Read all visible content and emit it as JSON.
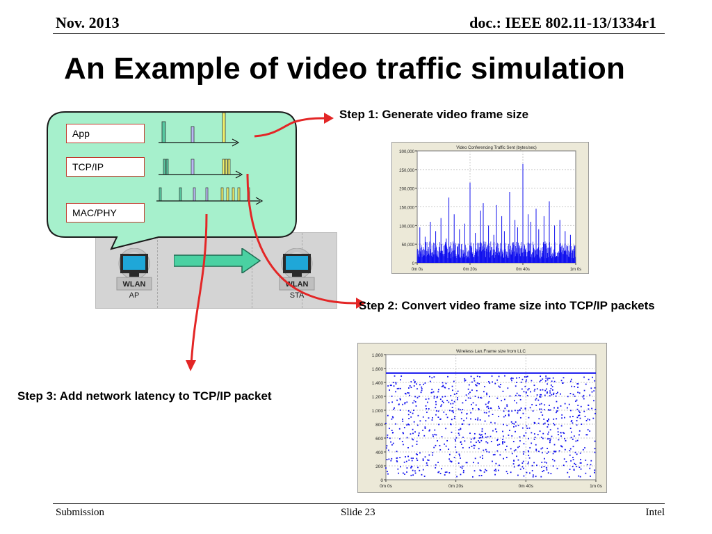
{
  "header": {
    "date": "Nov. 2013",
    "doc": "doc.: IEEE 802.11-13/1334r1"
  },
  "title": "An Example of video traffic simulation",
  "footer": {
    "left": "Submission",
    "center": "Slide 23",
    "right": "Intel"
  },
  "diagram": {
    "layers": [
      "App",
      "TCP/IP",
      "MAC/PHY"
    ],
    "nodes": [
      {
        "badge": "WLAN",
        "label": "AP"
      },
      {
        "badge": "WLAN",
        "label": "STA"
      }
    ]
  },
  "steps": {
    "step1": "Step 1: Generate video frame size",
    "step2": "Step 2: Convert video frame size into TCP/IP packets",
    "step3": "Step 3: Add network latency to TCP/IP packet"
  },
  "colors": {
    "arrow": "#e32626",
    "callout_fill": "#a6f0cc",
    "series": "#1010ee",
    "plot_bg": "#ffffff",
    "frame_bg": "#ece9d8"
  },
  "chart_data": [
    {
      "type": "bar",
      "title": "Video Conferencing Traffic Sent (bytes/sec)",
      "xlabel": "",
      "ylabel": "",
      "x_ticks": [
        "0m 0s",
        "0m 20s",
        "0m 40s",
        "1m 0s"
      ],
      "x_range": [
        0,
        60
      ],
      "y_ticks": [
        "0",
        "50,000",
        "100,000",
        "150,000",
        "200,000",
        "250,000",
        "300,000"
      ],
      "ylim": [
        0,
        300000
      ],
      "grid": true,
      "series": [
        {
          "x": [
            1,
            3,
            5,
            7,
            9,
            11,
            12,
            14,
            16,
            18,
            20,
            22,
            24,
            25,
            27,
            29,
            30,
            32,
            33,
            35,
            37,
            38,
            40,
            42,
            43,
            45,
            46,
            48,
            50,
            52,
            54,
            56,
            58
          ],
          "values": [
            95000,
            70000,
            110000,
            85000,
            120000,
            65000,
            175000,
            130000,
            90000,
            105000,
            215000,
            80000,
            140000,
            160000,
            100000,
            75000,
            155000,
            125000,
            85000,
            190000,
            115000,
            95000,
            265000,
            130000,
            110000,
            145000,
            90000,
            125000,
            165000,
            100000,
            115000,
            85000,
            75000
          ],
          "floor": 48000
        }
      ]
    },
    {
      "type": "scatter",
      "title": "Wireless Lan.Frame size from LLC",
      "xlabel": "",
      "ylabel": "",
      "x_ticks": [
        "0m 0s",
        "0m 20s",
        "0m 40s",
        "1m 0s"
      ],
      "x_range": [
        0,
        60
      ],
      "y_ticks": [
        "0",
        "200",
        "400",
        "600",
        "800",
        "1,000",
        "1,200",
        "1,400",
        "1,600",
        "1,800"
      ],
      "ylim": [
        0,
        1800
      ],
      "grid": true,
      "series": [
        {
          "mtu": 1534,
          "x_span": [
            0,
            60
          ]
        }
      ]
    }
  ]
}
